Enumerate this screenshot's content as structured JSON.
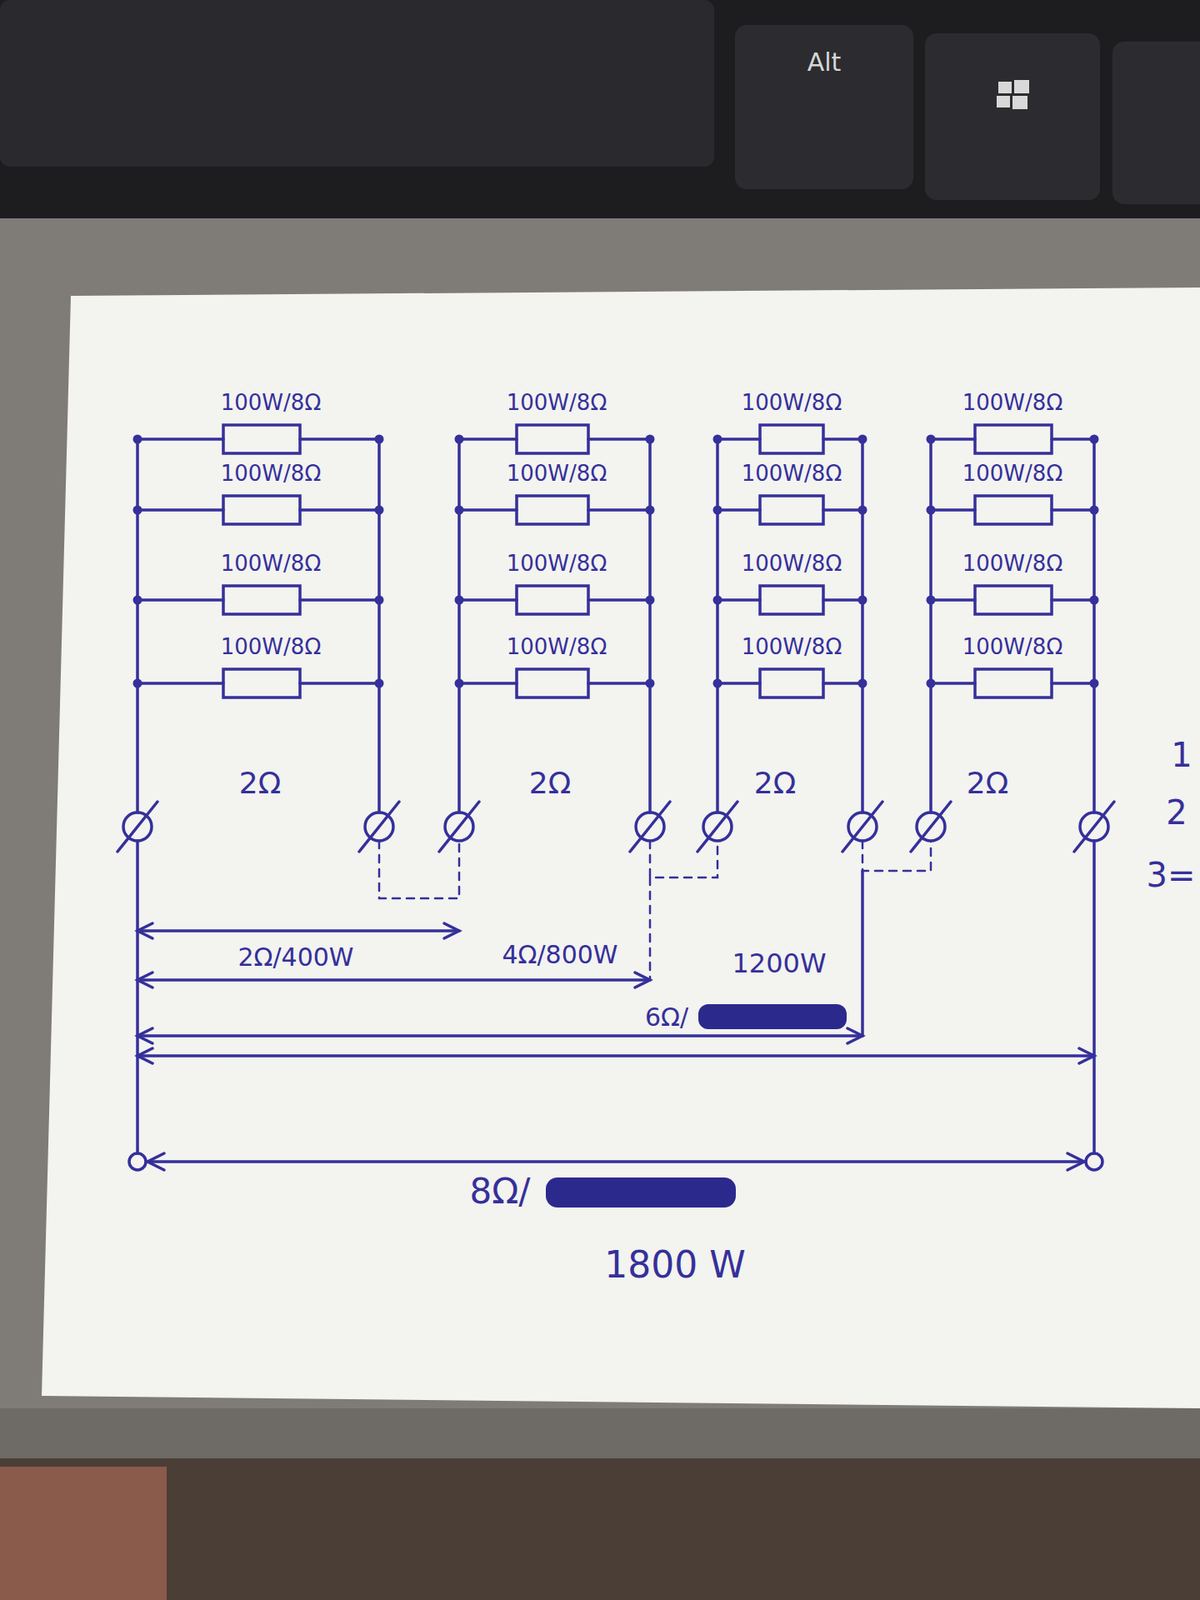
{
  "diagram": {
    "labels": [
      "Alt",
      "100W/8Ω",
      "100W/8Ω",
      "100W/8Ω",
      "100W/8Ω",
      "100W/8Ω",
      "100W/8Ω",
      "100W/8Ω",
      "100W/8Ω",
      "100W/8Ω",
      "100W/8Ω",
      "100W/8Ω",
      "100W/8Ω",
      "100W/8Ω",
      "100W/8Ω",
      "100W/8Ω",
      "100W/8Ω",
      "2Ω",
      "2Ω",
      "2Ω",
      "2Ω",
      "1",
      "2",
      "3=",
      "2Ω/400W",
      "4Ω/800W",
      "1200W",
      "6Ω/",
      "8Ω/",
      "1800 W"
    ]
  }
}
